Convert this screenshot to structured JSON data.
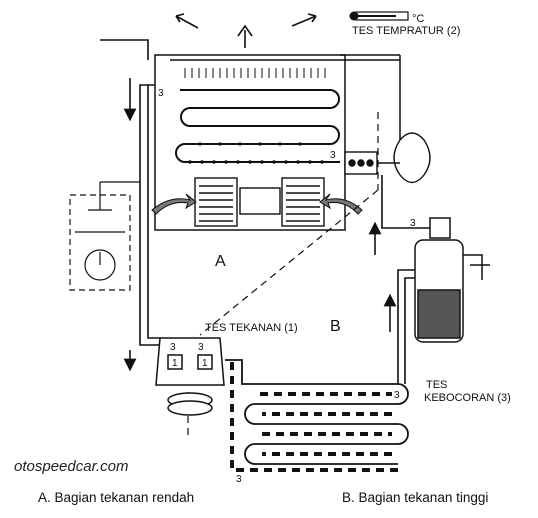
{
  "labels": {
    "temp_test": "TES TEMPRATUR (2)",
    "degree_c": "°C",
    "pressure_test": "TES TEKANAN (1)",
    "leak_test_line1": "TES",
    "leak_test_line2": "KEBOCORAN (3)",
    "region_a": "A",
    "region_b": "B",
    "num_3": "3",
    "num_1": "1"
  },
  "watermark": "otospeedcar.com",
  "captions": {
    "left": "A. Bagian tekanan rendah",
    "right": "B. Bagian tekanan tinggi"
  }
}
